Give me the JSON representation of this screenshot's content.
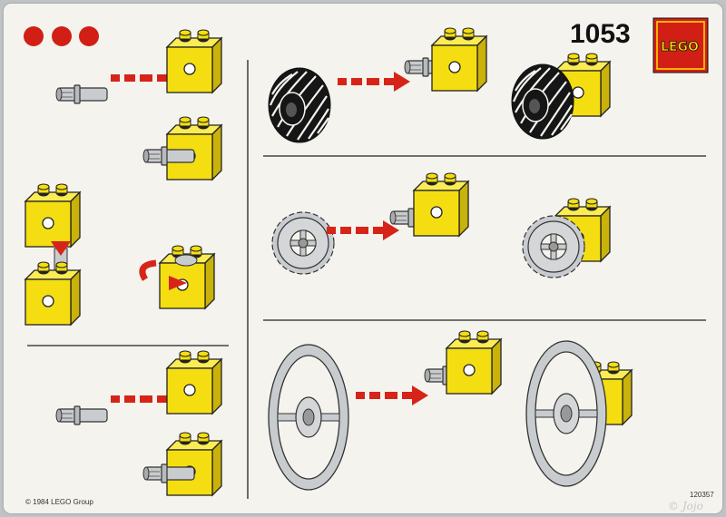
{
  "set_number": "1053",
  "brand_logo": "LEGO",
  "copyright": "© 1984 LEGO Group",
  "part_number": "120357",
  "watermark": "© Jojo",
  "indicator_dots": 3,
  "colors": {
    "brick": "#f4de12",
    "arrow": "#d62418",
    "logo_bg": "#d11f16",
    "grey_part": "#c9cccf",
    "tyre": "#161616"
  }
}
